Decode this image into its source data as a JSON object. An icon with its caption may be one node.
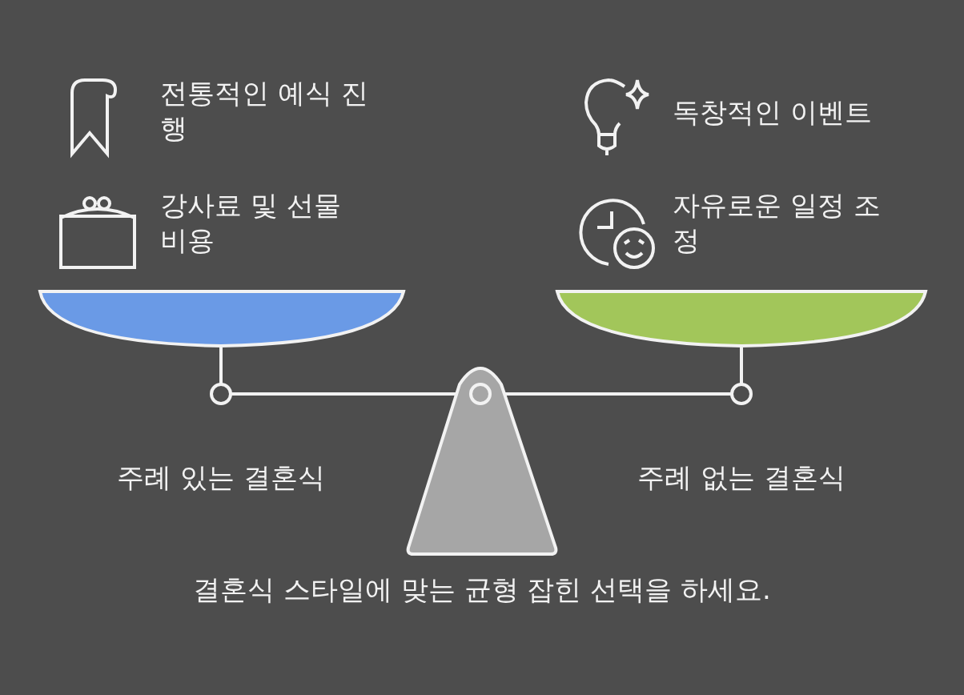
{
  "diagram": {
    "caption": "결혼식 스타일에 맞는 균형 잡힌 선택을 하세요.",
    "labels": [
      "전통적인 예식 진행",
      "독창적인 이벤트",
      "강사료 및 선물 비용",
      "자유로운 일정 조정",
      "주례 있는 결혼식",
      "주례 없는 결혼식"
    ]
  }
}
